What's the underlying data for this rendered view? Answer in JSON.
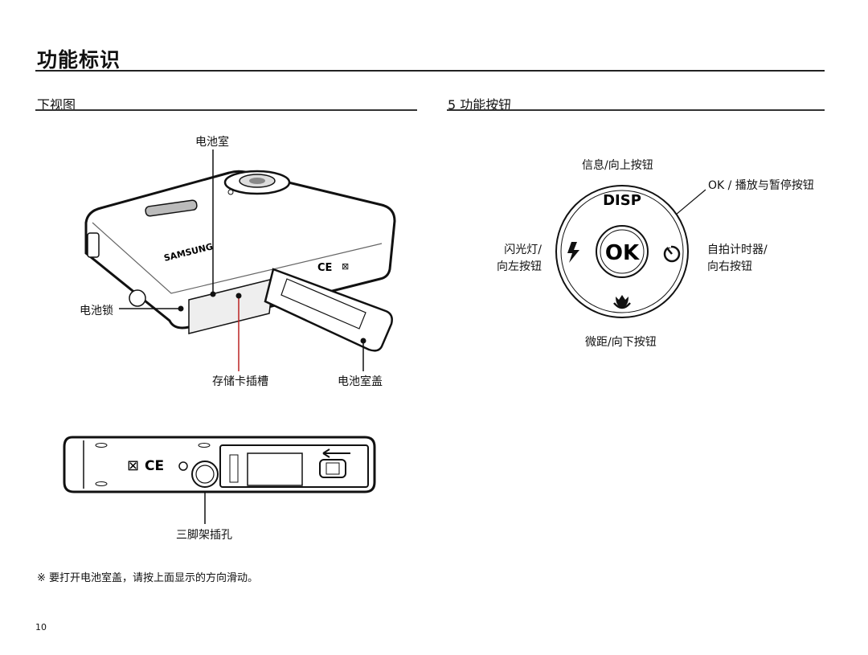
{
  "page_title": "功能标识",
  "left_section": {
    "title": "下视图",
    "labels": {
      "battery_chamber": "电池室",
      "battery_lock": "电池锁",
      "card_slot": "存储卡插槽",
      "battery_cover": "电池室盖",
      "tripod_socket": "三脚架插孔"
    },
    "camera_brand": "SAMSUNG"
  },
  "right_section": {
    "title": "5 功能按钮",
    "labels": {
      "info_up": "信息/向上按钮",
      "ok_play": "OK / 播放与暂停按钮",
      "flash_left_1": "闪光灯/",
      "flash_left_2": "向左按钮",
      "timer_right_1": "自拍计时器/",
      "timer_right_2": "向右按钮",
      "macro_down": "微距/向下按钮"
    },
    "dial": {
      "disp": "DISP",
      "ok": "OK"
    }
  },
  "note": "※ 要打开电池室盖，请按上面显示的方向滑动。",
  "page_number": "10"
}
